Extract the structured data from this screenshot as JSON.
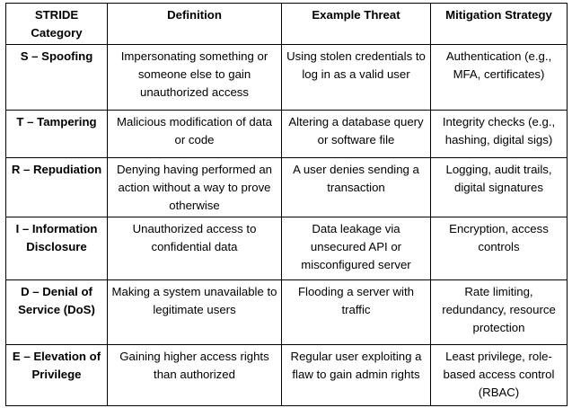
{
  "table": {
    "headers": [
      "STRIDE Category",
      "Definition",
      "Example Threat",
      "Mitigation Strategy"
    ],
    "rows": [
      {
        "category": "S – Spoofing",
        "definition": "Impersonating something or someone else to gain unauthorized access",
        "example": "Using stolen credentials to log in as a valid user",
        "mitigation": "Authentication (e.g., MFA, certificates)"
      },
      {
        "category": "T – Tampering",
        "definition": "Malicious modification of data or code",
        "example": "Altering a database query or software file",
        "mitigation": "Integrity checks (e.g., hashing, digital sigs)"
      },
      {
        "category": "R – Repudiation",
        "definition": "Denying having performed an action without a way to prove otherwise",
        "example": "A user denies sending a transaction",
        "mitigation": "Logging, audit trails, digital signatures"
      },
      {
        "category": "I – Information Disclosure",
        "definition": "Unauthorized access to confidential data",
        "example": "Data leakage via unsecured API or misconfigured server",
        "mitigation": "Encryption, access controls"
      },
      {
        "category": "D – Denial of Service (DoS)",
        "definition": "Making a system unavailable to legitimate users",
        "example": "Flooding a server with traffic",
        "mitigation": "Rate limiting, redundancy, resource protection"
      },
      {
        "category": "E – Elevation of Privilege",
        "definition": "Gaining higher access rights than authorized",
        "example": "Regular user exploiting a flaw to gain admin rights",
        "mitigation": "Least privilege, role-based access control (RBAC)"
      }
    ]
  }
}
